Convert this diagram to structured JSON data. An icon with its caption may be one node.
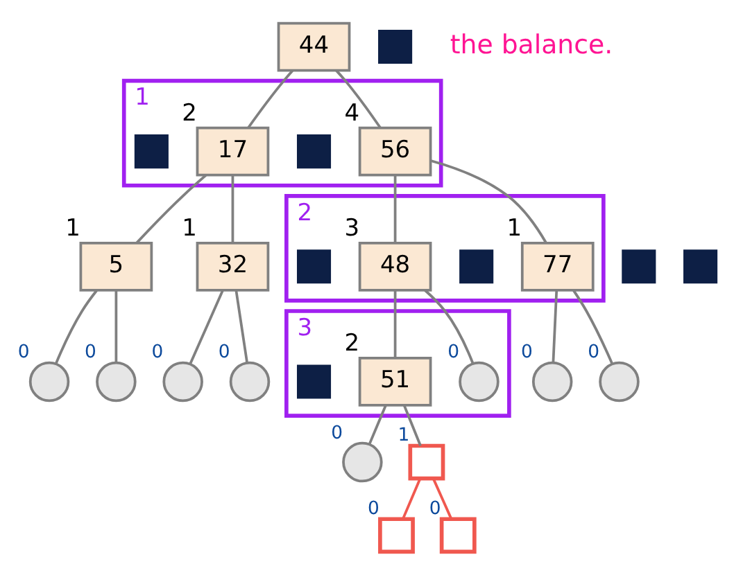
{
  "diagram": {
    "nodes": [
      {
        "text": [
          "44"
        ]
      },
      {
        "text": [],
        "shape": "box"
      },
      {
        "text": [],
        "shape": "box",
        "beside": [
          "1"
        ]
      },
      {
        "text": [
          "17"
        ],
        "in": 2,
        "beside": [
          "2"
        ]
      },
      {
        "text": [],
        "shape": "box",
        "in": 2
      },
      {
        "text": [
          "56"
        ],
        "in": 2,
        "beside": [
          "4"
        ]
      },
      {
        "text": [],
        "shape": "box",
        "in": 2
      },
      {
        "text": [],
        "shape": "box"
      },
      {
        "text": [
          "5"
        ],
        "beside": [
          "1"
        ]
      },
      {
        "text": [
          "32"
        ],
        "beside": [
          "1"
        ]
      },
      {
        "text": [],
        "shape": "box"
      },
      {
        "text": [],
        "shape": "box",
        "beside": [
          "2"
        ]
      },
      {
        "text": [
          "48"
        ],
        "in": 11,
        "beside": [
          "3"
        ]
      },
      {
        "text": [],
        "shape": "box",
        "in": 11
      },
      {
        "text": [
          "77"
        ],
        "in": 11,
        "beside": [
          "1"
        ]
      },
      {
        "text": [],
        "shape": "box",
        "in": 11
      },
      {
        "text": [],
        "shape": "circle",
        "beside": [
          "0"
        ]
      },
      {
        "text": [],
        "shape": "circle",
        "beside": [
          "0"
        ]
      },
      {
        "text": [],
        "shape": "circle",
        "beside": [
          "0"
        ]
      },
      {
        "text": [],
        "shape": "circle",
        "beside": [
          "0"
        ]
      },
      {
        "text": [],
        "shape": "box",
        "beside": [
          "3"
        ]
      },
      {
        "text": [],
        "shape": "circle",
        "in": 20,
        "beside": [
          "0"
        ]
      },
      {
        "text": [
          "51"
        ],
        "in": 20,
        "beside": [
          "2"
        ]
      },
      {
        "text": [],
        "shape": "box",
        "in": 20
      },
      {
        "text": [],
        "shape": "circle",
        "beside": [
          "0"
        ]
      },
      {
        "text": [],
        "shape": "circle",
        "beside": [
          "0"
        ]
      },
      {
        "text": [],
        "shape": "circle",
        "beside": [
          "0"
        ]
      },
      {
        "text": [],
        "shape": "box",
        "beside": [
          "1"
        ]
      },
      {
        "text": [],
        "shape": "box",
        "beside": [
          "0"
        ]
      },
      {
        "text": [],
        "shape": "box",
        "beside": [
          "0"
        ]
      }
    ],
    "edges": [
      {
        "from": 0,
        "to": 3,
        "arrow": "none"
      },
      {
        "from": 0,
        "to": 5,
        "arrow": "none"
      },
      {
        "from": 3,
        "to": 8,
        "arrow": "none"
      },
      {
        "from": 3,
        "to": 9,
        "arrow": "none"
      },
      {
        "from": 5,
        "to": 12,
        "arrow": "none"
      },
      {
        "from": 5,
        "to": 14,
        "arrow": "none"
      },
      {
        "from": 8,
        "to": 16,
        "arrow": "none"
      },
      {
        "from": 8,
        "to": 17,
        "arrow": "none"
      },
      {
        "from": 9,
        "to": 18,
        "arrow": "none"
      },
      {
        "from": 9,
        "to": 19,
        "arrow": "none"
      },
      {
        "from": 12,
        "to": 21,
        "arrow": "none"
      },
      {
        "from": 12,
        "to": 22,
        "arrow": "none"
      },
      {
        "from": 14,
        "to": 24,
        "arrow": "none"
      },
      {
        "from": 14,
        "to": 25,
        "arrow": "none"
      },
      {
        "from": 22,
        "to": 26,
        "arrow": "none"
      },
      {
        "from": 22,
        "to": 27,
        "arrow": "none"
      },
      {
        "from": 27,
        "to": 28,
        "arrow": "none",
        "color": "#f0584f"
      },
      {
        "from": 27,
        "to": 29,
        "arrow": "none",
        "color": "#f0584f"
      }
    ],
    "labels": [
      "the balance."
    ]
  }
}
